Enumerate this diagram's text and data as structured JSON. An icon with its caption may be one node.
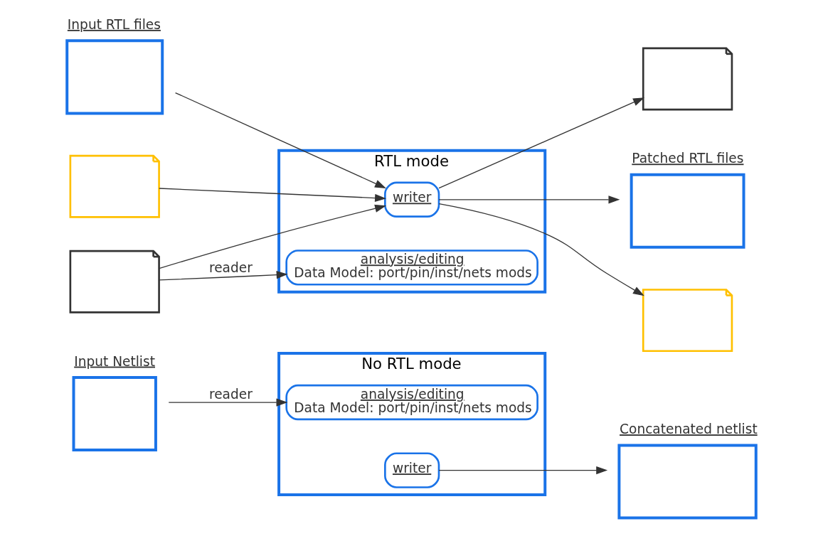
{
  "diagram": {
    "nodes": [
      {
        "text": [
          "No RTL mode"
        ]
      },
      {
        "text": [
          "analysis/editing",
          "Data Model: port/pin/inst/nets mods"
        ],
        "in": 0
      },
      {
        "text": [
          "writer"
        ],
        "in": 0
      },
      {
        "text": [
          "Input Netlist"
        ]
      },
      {
        "text": [
          "Concatenated netlist"
        ]
      },
      {
        "text": [
          "RTL mode"
        ]
      },
      {
        "text": [
          "analysis/editing",
          "Data Model: port/pin/inst/nets mods"
        ],
        "in": 5
      },
      {
        "text": [
          "writer"
        ],
        "in": 5
      },
      {
        "text": [
          "Input RTL files"
        ]
      },
      {
        "text": [],
        "shape": "document"
      },
      {
        "text": [],
        "shape": "document"
      },
      {
        "text": [
          "Patched RTL files"
        ]
      },
      {
        "text": [],
        "shape": "document"
      },
      {
        "text": [],
        "shape": "document"
      }
    ],
    "edges": [
      {
        "from": 3,
        "to": 1,
        "arrow": "to",
        "label": "reader"
      },
      {
        "from": 2,
        "to": 4,
        "arrow": "to"
      },
      {
        "from": 10,
        "to": 6,
        "arrow": "to",
        "label": "reader"
      },
      {
        "from": 8,
        "to": 7,
        "arrow": "to"
      },
      {
        "from": 9,
        "to": 7,
        "arrow": "to"
      },
      {
        "from": 10,
        "to": 7,
        "arrow": "to"
      },
      {
        "from": 7,
        "to": 11,
        "arrow": "to"
      },
      {
        "from": 7,
        "to": 12,
        "arrow": "to"
      },
      {
        "from": 7,
        "to": 13,
        "arrow": "to"
      }
    ]
  }
}
